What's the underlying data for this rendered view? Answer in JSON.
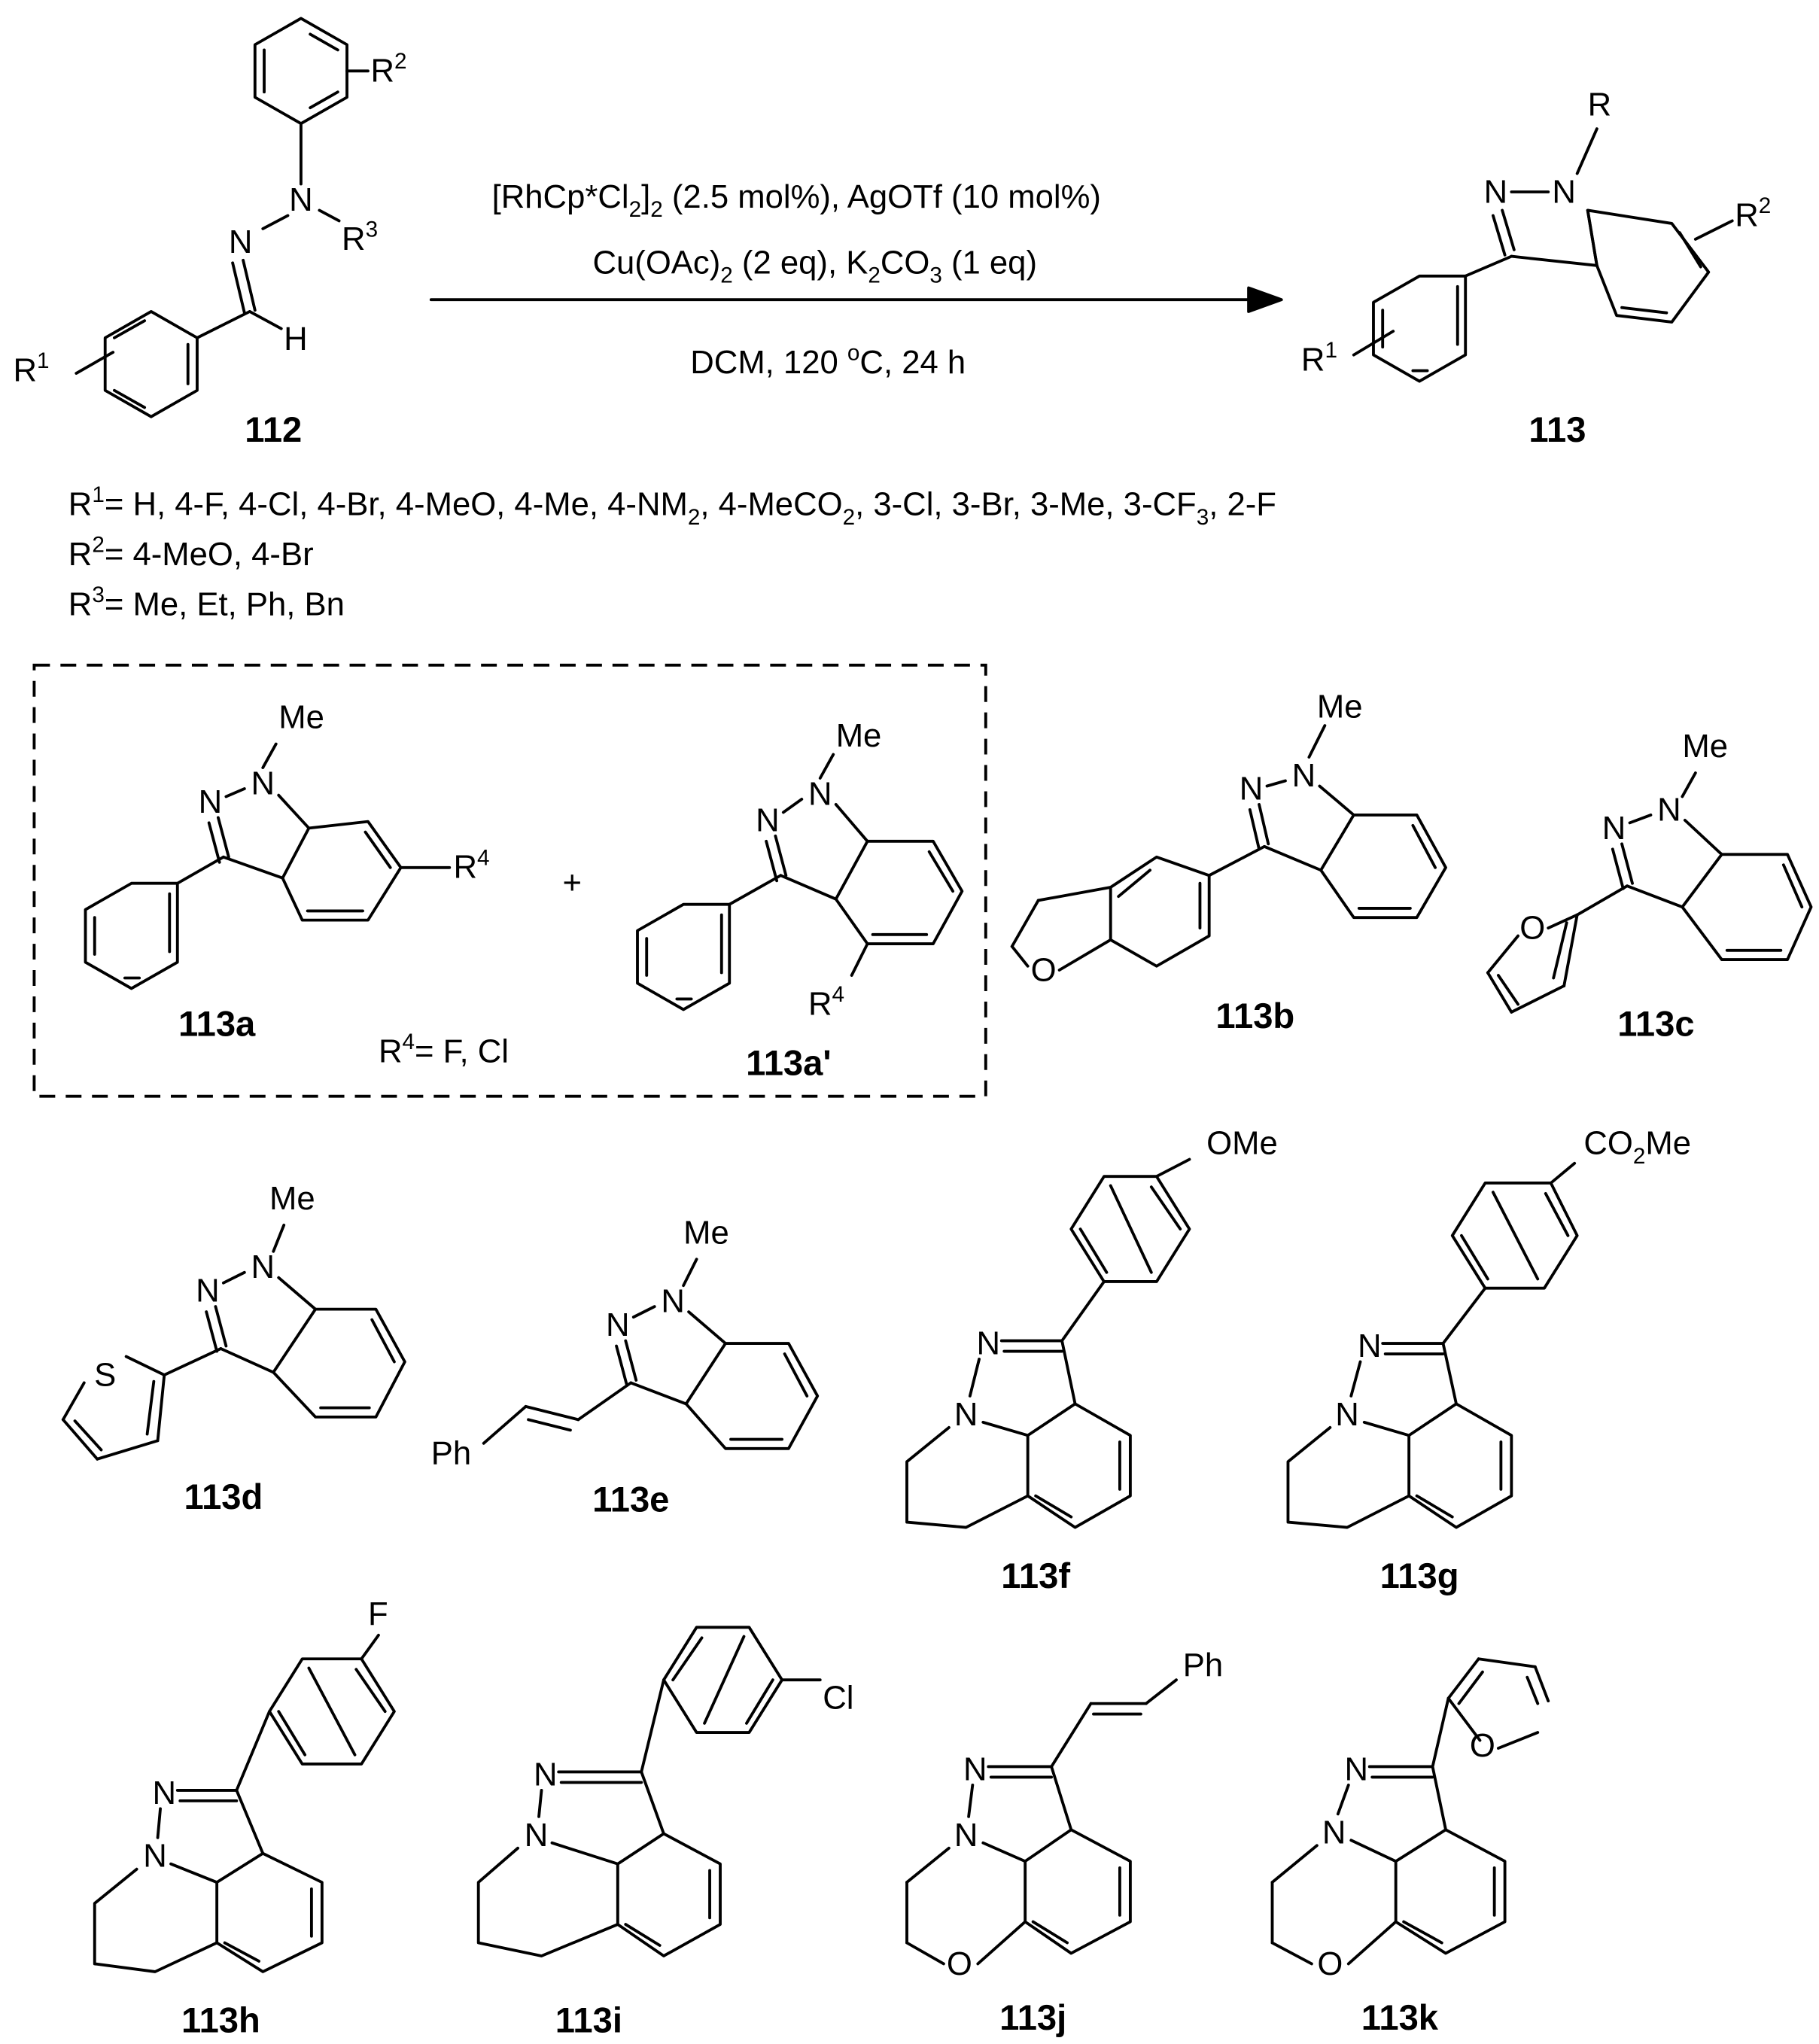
{
  "conditions": {
    "line1": [
      "[RhCp*Cl",
      "2",
      "]",
      "2",
      " (2.5 mol%), AgOTf (10 mol%)"
    ],
    "line2": [
      "Cu(OAc)",
      "2",
      " (2 eq), K",
      "2",
      "CO",
      "3",
      " (1 eq)"
    ],
    "line3": [
      "DCM, 120 ",
      "o",
      "C, 24 h"
    ]
  },
  "reactant": {
    "id": "112",
    "atoms": {
      "N1": "N",
      "N2": "N",
      "H": "H"
    },
    "r1": [
      "R",
      "1"
    ],
    "r2": [
      "R",
      "2"
    ],
    "r3": [
      "R",
      "3"
    ]
  },
  "product": {
    "id": "113",
    "atoms": {
      "N1": "N",
      "N2": "N"
    },
    "r": "R",
    "r1": [
      "R",
      "1"
    ],
    "r2": [
      "R",
      "2"
    ]
  },
  "substituents": {
    "r1": [
      "R",
      "1",
      "= H, 4-F, 4-Cl, 4-Br, 4-MeO, 4-Me, 4-NM",
      "2",
      ", 4-MeCO",
      "2",
      ", 3-Cl, 3-Br, 3-Me, 3-CF",
      "3",
      ", 2-F"
    ],
    "r2": [
      "R",
      "2",
      "= 4-MeO, 4-Br"
    ],
    "r3": [
      "R",
      "3",
      "= Me, Et, Ph, Bn"
    ]
  },
  "boxed": {
    "plus": "+",
    "r4_note": [
      "R",
      "4",
      "= F, Cl"
    ],
    "c113a": {
      "id": "113a",
      "me": "Me",
      "n": "N",
      "r4": [
        "R",
        "4"
      ]
    },
    "c113a_prime": {
      "id": "113a'",
      "me": "Me",
      "n": "N",
      "r4": [
        "R",
        "4"
      ]
    }
  },
  "compounds": {
    "c113b": {
      "id": "113b",
      "me": "Me",
      "n": "N",
      "o": "O"
    },
    "c113c": {
      "id": "113c",
      "me": "Me",
      "n": "N",
      "o": "O"
    },
    "c113d": {
      "id": "113d",
      "me": "Me",
      "n": "N",
      "s": "S"
    },
    "c113e": {
      "id": "113e",
      "me": "Me",
      "n": "N",
      "ph": "Ph"
    },
    "c113f": {
      "id": "113f",
      "n": "N",
      "sub": "OMe"
    },
    "c113g": {
      "id": "113g",
      "n": "N",
      "sub": [
        "CO",
        "2",
        "Me"
      ]
    },
    "c113h": {
      "id": "113h",
      "n": "N",
      "sub": "F"
    },
    "c113i": {
      "id": "113i",
      "n": "N",
      "sub": "Cl"
    },
    "c113j": {
      "id": "113j",
      "n": "N",
      "o": "O",
      "ph": "Ph"
    },
    "c113k": {
      "id": "113k",
      "n": "N",
      "o": "O"
    }
  }
}
